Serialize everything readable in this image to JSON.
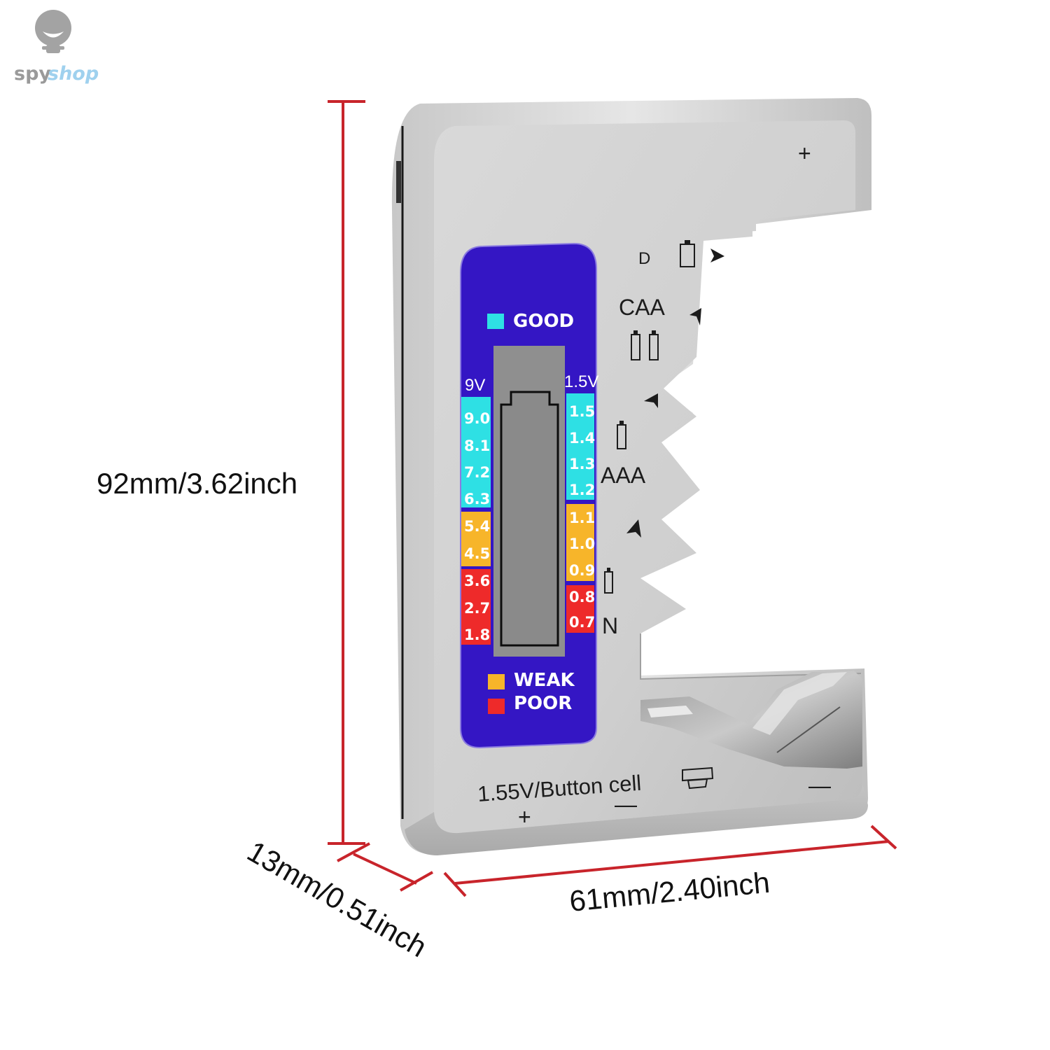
{
  "logo": {
    "part1": "spy",
    "part2": "shop",
    "colors": {
      "mascot": "#a3a3a3",
      "spy": "#9a9a9a",
      "shop": "#9fd1ee"
    }
  },
  "dimensions": {
    "height": "92mm/3.62inch",
    "depth": "13mm/0.51inch",
    "width": "61mm/2.40inch",
    "line_color": "#c8242b"
  },
  "panel": {
    "background": "#3416c4",
    "legend": [
      {
        "label": "GOOD",
        "color": "#2ee0e4"
      },
      {
        "label": "WEAK",
        "color": "#f7b52a"
      },
      {
        "label": "POOR",
        "color": "#ee2a2a"
      }
    ],
    "scale_9v": {
      "label": "9V",
      "good": [
        "9.0",
        "8.1",
        "7.2",
        "6.3"
      ],
      "weak": [
        "5.4",
        "4.5"
      ],
      "poor": [
        "3.6",
        "2.7",
        "1.8"
      ]
    },
    "scale_15v": {
      "label": "1.5V",
      "good": [
        "1.5",
        "1.4",
        "1.3",
        "1.2"
      ],
      "weak": [
        "1.1",
        "1.0",
        "0.9"
      ],
      "poor": [
        "0.8",
        "0.7"
      ]
    }
  },
  "body_markings": {
    "top_plus": "+",
    "battery_sizes": [
      "D",
      "CAA",
      "AAA",
      "N"
    ],
    "button_cell": "1.55V/Button cell",
    "plus": "+",
    "minus": "—",
    "right_minus": "—"
  }
}
